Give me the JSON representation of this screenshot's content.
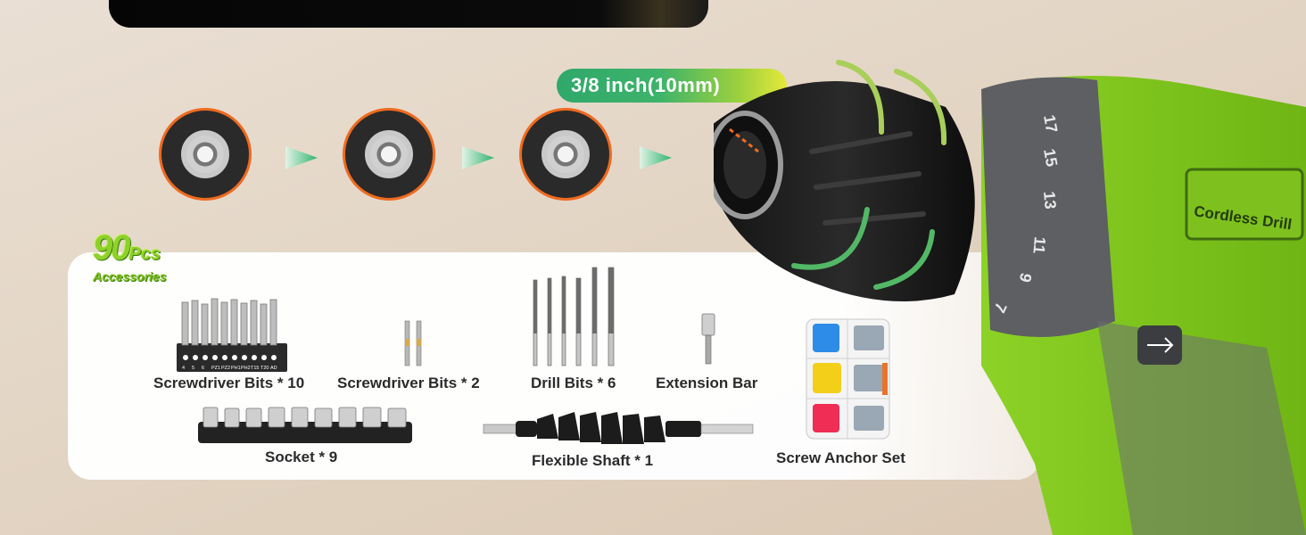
{
  "badge_size": "3/8 inch(10mm)",
  "accessories": {
    "count": "90",
    "unit": "Pcs",
    "subtitle": "Accessories"
  },
  "items": {
    "screwdriver_bits_10": "Screwdriver Bits * 10",
    "screwdriver_bits_2": "Screwdriver Bits * 2",
    "drill_bits": "Drill Bits * 6",
    "extension_bar": "Extension Bar",
    "socket": "Socket * 9",
    "flexible_shaft": "Flexible Shaft * 1",
    "screw_anchor": "Screw Anchor Set"
  },
  "bit_labels": [
    "4",
    "5",
    "6",
    "PZ1",
    "PZ2",
    "PH1",
    "PH2",
    "T15",
    "T20",
    "AD"
  ],
  "drill": {
    "brand_label": "Cordless Drill",
    "torque_numbers": [
      "17",
      "15",
      "13",
      "11",
      "9",
      "7"
    ]
  },
  "colors": {
    "accent_green": "#8ed12a",
    "accent_orange": "#ef6a1f",
    "badge_start": "#2fa86a",
    "badge_end": "#e6e83a"
  }
}
